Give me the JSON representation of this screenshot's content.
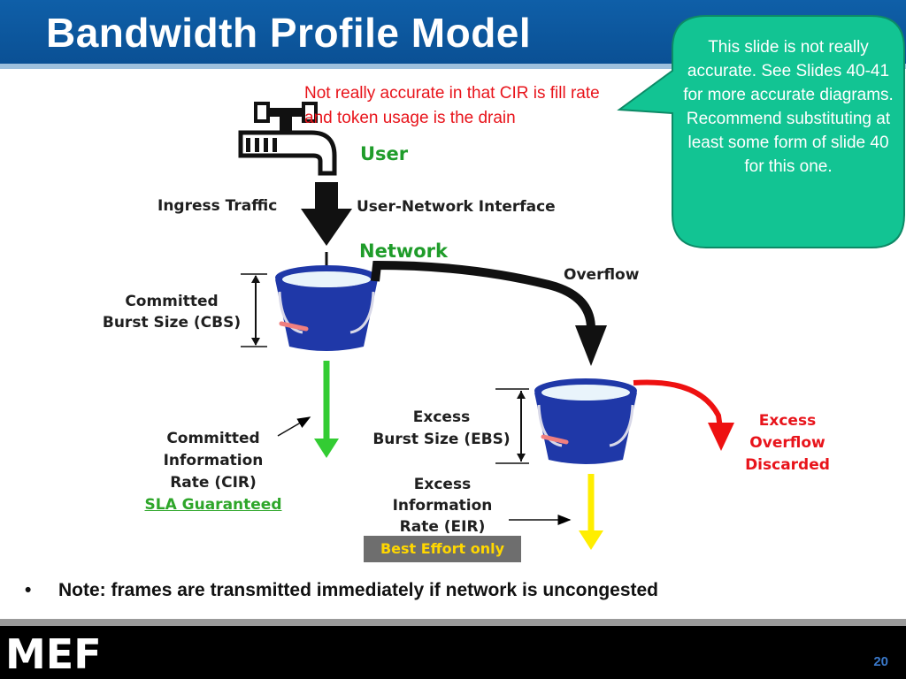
{
  "slide": {
    "title": "Bandwidth Profile Model",
    "page_number": "20",
    "logo_text": "MEF"
  },
  "callout": {
    "text": "This slide is not really accurate.  See Slides 40-41 for more accurate diagrams. Recommend substituting at least some form of slide 40 for this one.",
    "color": "#12c493"
  },
  "warning": {
    "text": "Not really accurate in that CIR is fill rate and token usage is the drain",
    "color": "#e8141b"
  },
  "diagram": {
    "user_label": "User",
    "ingress_label": "Ingress Traffic",
    "uni_label": "User-Network Interface",
    "network_label": "Network",
    "overflow_label": "Overflow",
    "cbs_label_line1": "Committed",
    "cbs_label_line2": "Burst Size (CBS)",
    "cir_label_line1": "Committed",
    "cir_label_line2": "Information",
    "cir_label_line3": "Rate (CIR)",
    "sla_label": "SLA Guaranteed",
    "ebs_label_line1": "Excess",
    "ebs_label_line2": "Burst Size (EBS)",
    "eir_label_line1": "Excess",
    "eir_label_line2": "Information",
    "eir_label_line3": "Rate (EIR)",
    "best_effort_label": "Best Effort only",
    "discard_line1": "Excess",
    "discard_line2": "Overflow",
    "discard_line3": "Discarded",
    "colors": {
      "bucket": "#1f38a8",
      "committed_flow": "#33cc33",
      "excess_flow": "#ffee00",
      "discard_flow": "#ee1111",
      "header_blue": "#0f5fa8"
    }
  },
  "note": {
    "bullet": "•",
    "text": "Note: frames are transmitted immediately if network is uncongested"
  }
}
